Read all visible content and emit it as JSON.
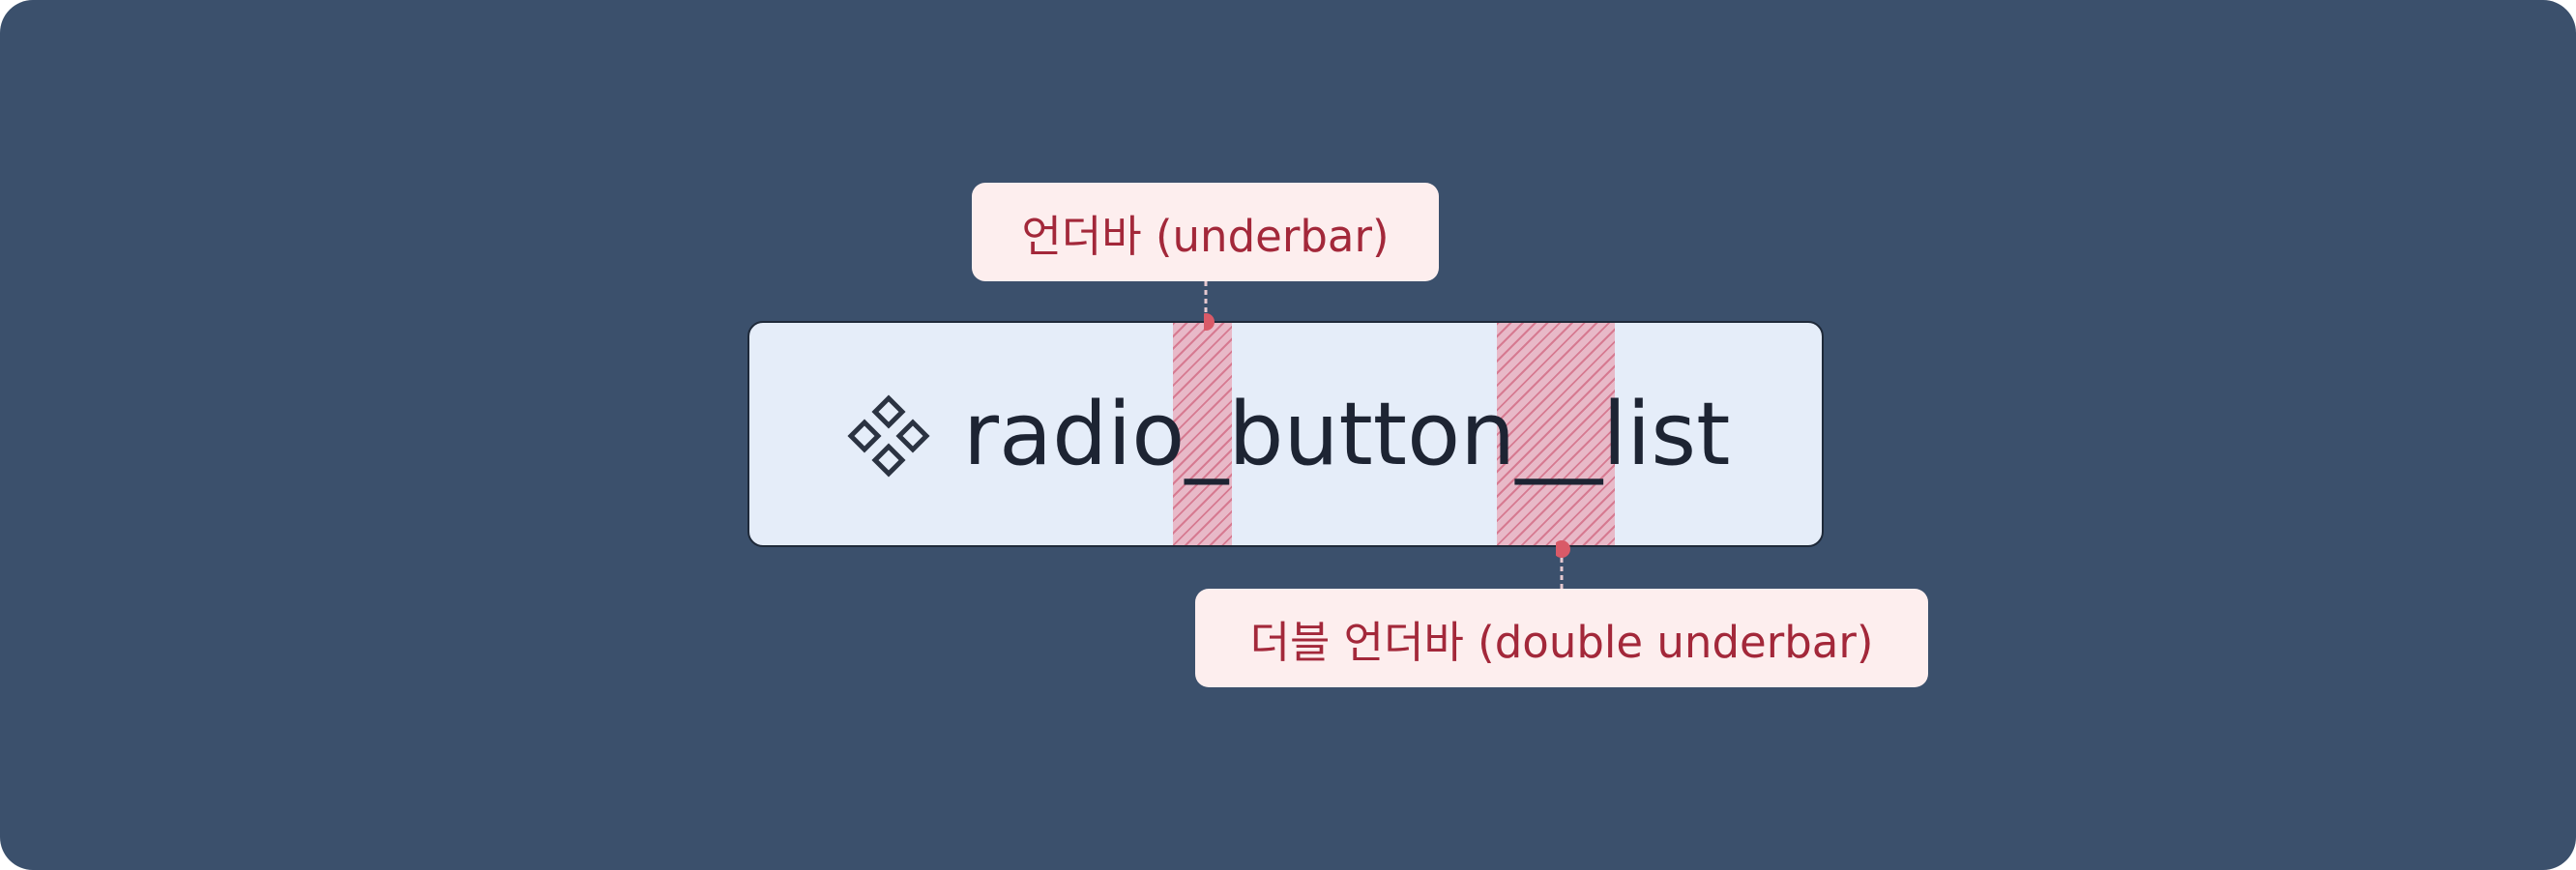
{
  "layer": {
    "icon": "component-icon",
    "name": "radio_button__list"
  },
  "annotations": {
    "underbar": "언더바 (underbar)",
    "double_underbar": "더블 언더바 (double underbar)"
  },
  "colors": {
    "background": "#3b506c",
    "name_box": "#e5edf9",
    "highlight": "#e8b9c8",
    "label_text": "#a3283a",
    "label_bg": "#fdeeee",
    "dot": "#d95a68"
  }
}
